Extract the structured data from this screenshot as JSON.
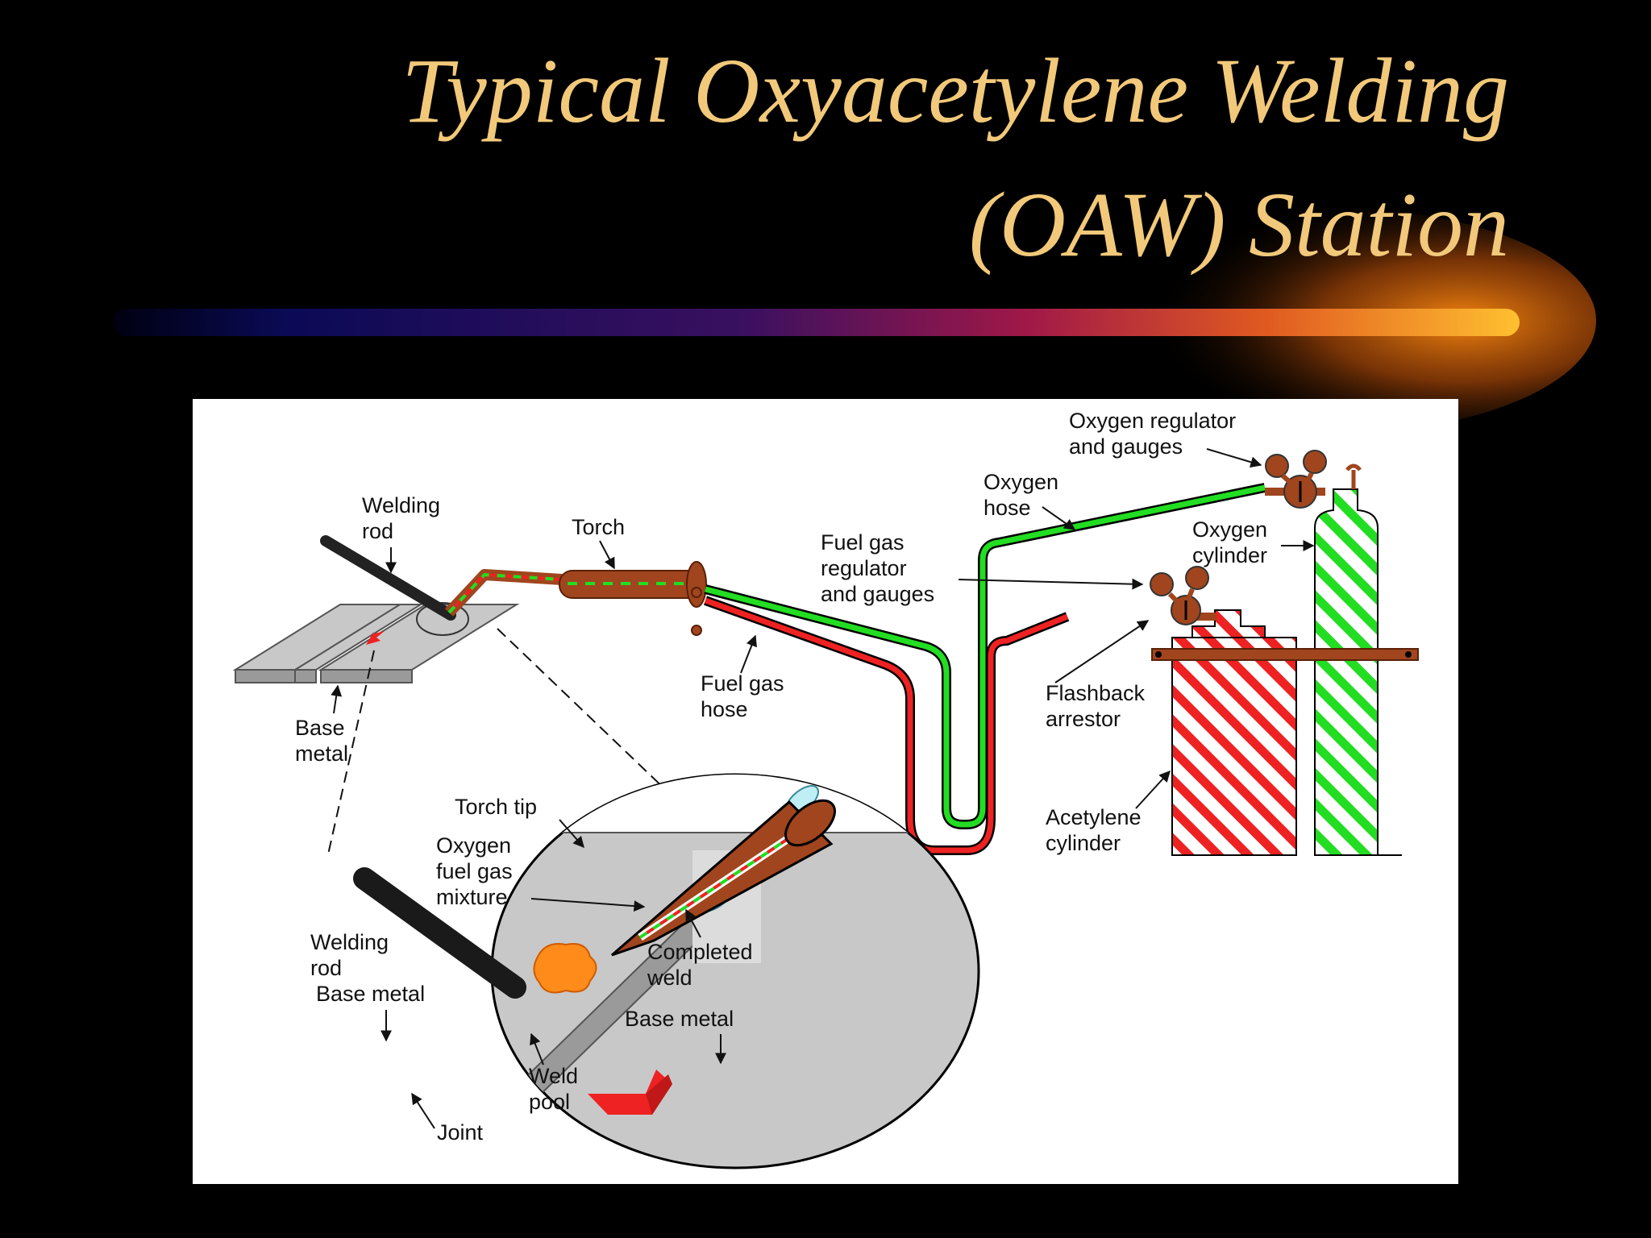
{
  "title": {
    "line1": "Typical Oxyacetylene Welding",
    "line2": "(OAW) Station"
  },
  "colors": {
    "background": "#000000",
    "title": "#f2c97a",
    "oxygen": "#22dd22",
    "fuel_gas": "#ee2222",
    "torch": "#a0451e",
    "deco_bar_start": "#0a0a50",
    "deco_bar_end": "#ffb020"
  },
  "labels": {
    "welding_rod": [
      "Welding",
      "rod"
    ],
    "torch": "Torch",
    "base_metal": [
      "Base",
      "metal"
    ],
    "fuel_gas_hose": [
      "Fuel gas",
      "hose"
    ],
    "fuel_gas_regulator": [
      "Fuel gas",
      "regulator",
      "and gauges"
    ],
    "oxygen_hose": [
      "Oxygen",
      "hose"
    ],
    "oxygen_regulator": [
      "Oxygen regulator",
      "and gauges"
    ],
    "oxygen_cylinder": [
      "Oxygen",
      "cylinder"
    ],
    "flashback_arrestor": [
      "Flashback",
      "arrestor"
    ],
    "acetylene_cylinder": [
      "Acetylene",
      "cylinder"
    ]
  },
  "inset_labels": {
    "torch_tip": "Torch tip",
    "mixture": [
      "Oxygen",
      "fuel gas",
      "mixture"
    ],
    "welding_rod": [
      "Welding",
      "rod"
    ],
    "base_metal_left": "Base metal",
    "completed_weld": [
      "Completed",
      "weld"
    ],
    "base_metal_right": "Base metal",
    "weld_pool": [
      "Weld",
      "pool"
    ],
    "joint": "Joint"
  }
}
